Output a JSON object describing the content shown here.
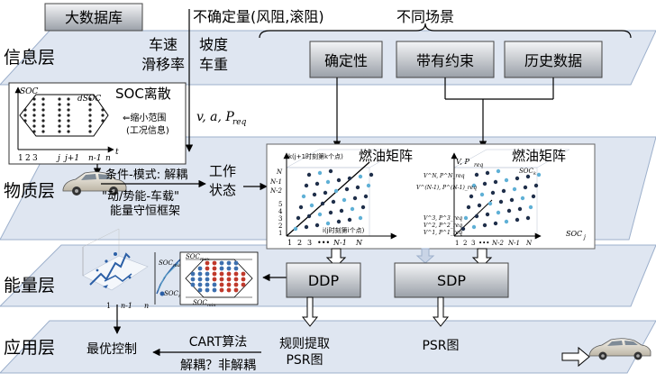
{
  "layers": {
    "info": "信息层",
    "physical": "物质层",
    "energy": "能量层",
    "application": "应用层"
  },
  "info_layer": {
    "database": "大数据库",
    "uncertainty": "不确定量(风阻,滚阻)",
    "params": {
      "speed": "车速",
      "grade": "坡度",
      "slip": "滑移率",
      "weight": "车重"
    },
    "scenarios_title": "不同场景",
    "scenarios": [
      "确定性",
      "带有约束",
      "历史数据"
    ]
  },
  "soc_panel": {
    "title": "SOC离散",
    "soc_axis": "SOC",
    "dsoc": "dSOC",
    "note_line1": "⇐缩小范围",
    "note_line2": "(工况信息)",
    "x_ticks": [
      "1",
      "2",
      "3",
      "j",
      "j+1",
      "n-1",
      "n"
    ],
    "x_axis": "t"
  },
  "signals": {
    "vars": "v, a, P",
    "vars_sub": "req"
  },
  "physical_layer": {
    "mode_text": "条件-模式: 解耦",
    "framework_line1": "\"动/势能-车载\"",
    "framework_line2": "能量守恒框架",
    "work_state_line1": "工作",
    "work_state_line2": "状态"
  },
  "matrices": {
    "left_title": "燃油矩阵",
    "right_title": "燃油矩阵",
    "left_y_label": "k(j+1时刻第k个点)",
    "left_x_label": "i(j时刻第i个点)",
    "left_y_ticks": [
      "N",
      "N-1",
      "N-2",
      "5",
      "4",
      "3",
      "2",
      "1"
    ],
    "left_x_ticks": [
      "1",
      "2",
      "3",
      "•••",
      "N-1",
      "N"
    ],
    "right_y_label": "V, P",
    "right_y_sub": "req",
    "right_y_ticks": [
      "V^N, P^N_req",
      "V^(N-1), P^(N-1)_req",
      "V^3, P^3_req",
      "V^2, P^2_req",
      "V^1, P^1_req"
    ],
    "right_x_ticks": [
      "1",
      "2",
      "3",
      "•••",
      "N-2",
      "N-1",
      "N"
    ],
    "right_x_label": "SOC",
    "right_x_sub": "j",
    "soc_k_label": "SOC",
    "soc_k_sub": "k"
  },
  "energy_layer": {
    "ddp": "DDP",
    "sdp": "SDP",
    "soc_max": "SOC",
    "soc_max_sub": "max",
    "soc_min": "SOC",
    "soc_min_sub": "min",
    "mini_x_ticks": [
      "1",
      "n-1",
      "n"
    ]
  },
  "application_layer": {
    "optimal_control": "最优控制",
    "cart": "CART算法",
    "decouple": "解耦？非解耦",
    "rule_line1": "规则提取",
    "rule_line2": "PSR图",
    "psr": "PSR图"
  },
  "colors": {
    "layer_fill": "#dfe6f1",
    "box_gradient_top": "#f4f5f7",
    "box_gradient_bottom": "#9aa0a8",
    "matrix_dot": "#3c6fae",
    "highlight_dot": "#c0392b"
  }
}
